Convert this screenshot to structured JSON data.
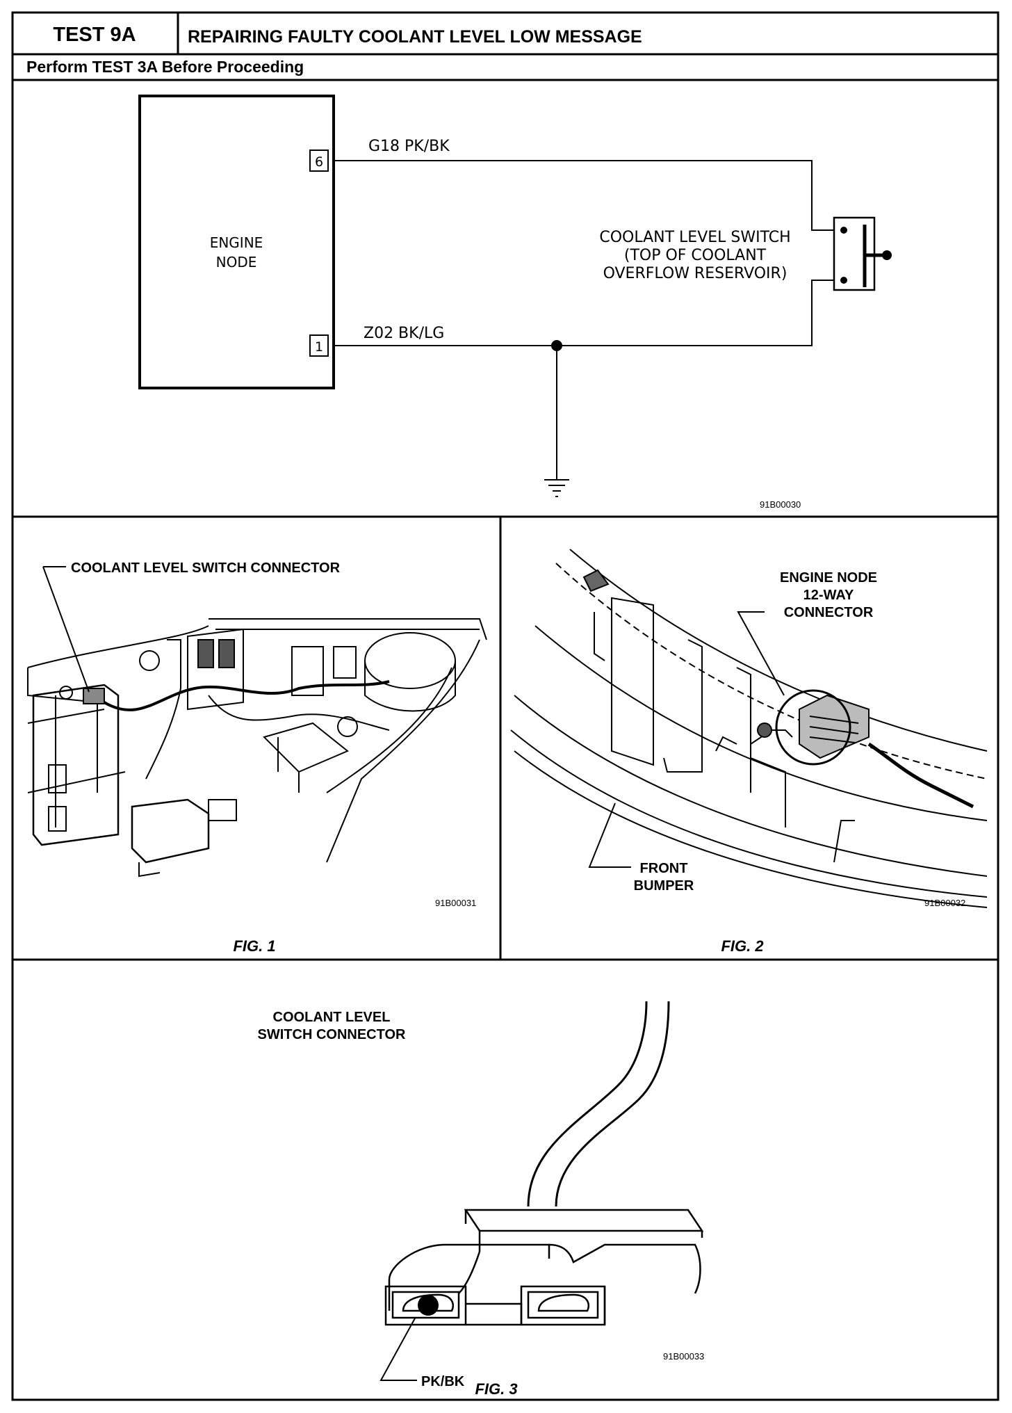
{
  "header": {
    "test_id": "TEST 9A",
    "title": "REPAIRING FAULTY COOLANT LEVEL LOW MESSAGE",
    "prerequisite": "Perform TEST 3A Before Proceeding"
  },
  "schematic": {
    "engine_node_line1": "ENGINE",
    "engine_node_line2": "NODE",
    "pin_top": "6",
    "pin_bottom": "1",
    "wire_top_label": "G18 PK/BK",
    "wire_bottom_label": "Z02 BK/LG",
    "switch_line1": "COOLANT LEVEL SWITCH",
    "switch_line2": "(TOP OF COOLANT",
    "switch_line3": "OVERFLOW RESERVOIR)",
    "figure_code": "91B00030"
  },
  "fig1": {
    "callout": "COOLANT LEVEL SWITCH CONNECTOR",
    "figure_code": "91B00031",
    "caption": "FIG. 1"
  },
  "fig2": {
    "callout_line1": "ENGINE NODE",
    "callout_line2": "12-WAY",
    "callout_line3": "CONNECTOR",
    "bumper_line1": "FRONT",
    "bumper_line2": "BUMPER",
    "figure_code": "91B00032",
    "caption": "FIG. 2"
  },
  "fig3": {
    "callout_line1": "COOLANT LEVEL",
    "callout_line2": "SWITCH CONNECTOR",
    "pin_label": "PK/BK",
    "figure_code": "91B00033",
    "caption": "FIG. 3"
  }
}
